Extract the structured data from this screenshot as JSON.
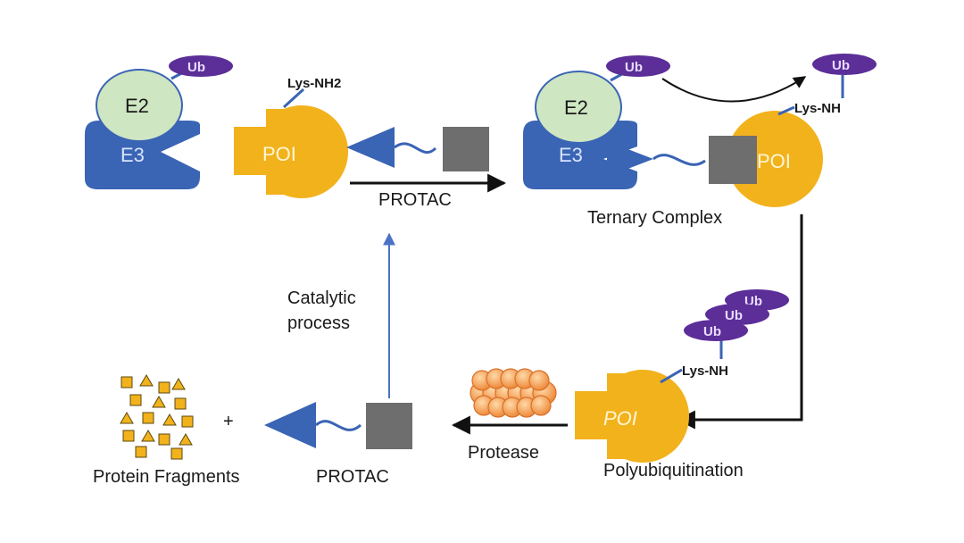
{
  "labels": {
    "e2": "E2",
    "e3": "E3",
    "ub": "Ub",
    "poi": "POI",
    "lys_nh2": "Lys-NH2",
    "lys_nh": "Lys-NH",
    "protac": "PROTAC",
    "ternary_complex": "Ternary Complex",
    "catalytic_line1": "Catalytic",
    "catalytic_line2": "process",
    "polyubiquitination": "Polyubiquitination",
    "protease": "Protease",
    "protein_fragments": "Protein Fragments",
    "plus": "+"
  },
  "colors": {
    "e3_blue": "#3a64b4",
    "e2_green": "#cfe6c2",
    "ub_purple": "#5b2e98",
    "poi_yellow": "#f2b21c",
    "protac_grey": "#6e6e6e",
    "arrow_blue": "#4a72c6",
    "protease_orange": "#f29a4a"
  }
}
